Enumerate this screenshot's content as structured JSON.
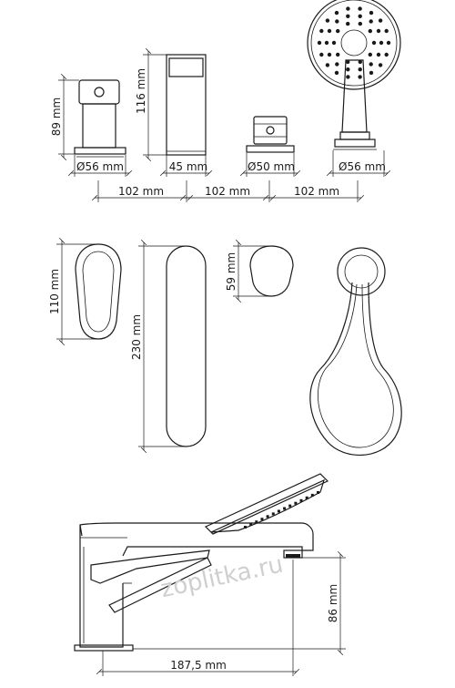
{
  "labels": {
    "d56_a": "Ø56 mm",
    "w45": "45 mm",
    "d50": "Ø50 mm",
    "d56_b": "Ø56 mm",
    "h89": "89 mm",
    "h116": "116 mm",
    "sp1": "102 mm",
    "sp2": "102 mm",
    "sp3": "102 mm",
    "h110": "110 mm",
    "h230": "230 mm",
    "h59": "59 mm",
    "h86": "86 mm",
    "w187": "187,5 mm"
  },
  "watermark": "zoplitka.ru"
}
